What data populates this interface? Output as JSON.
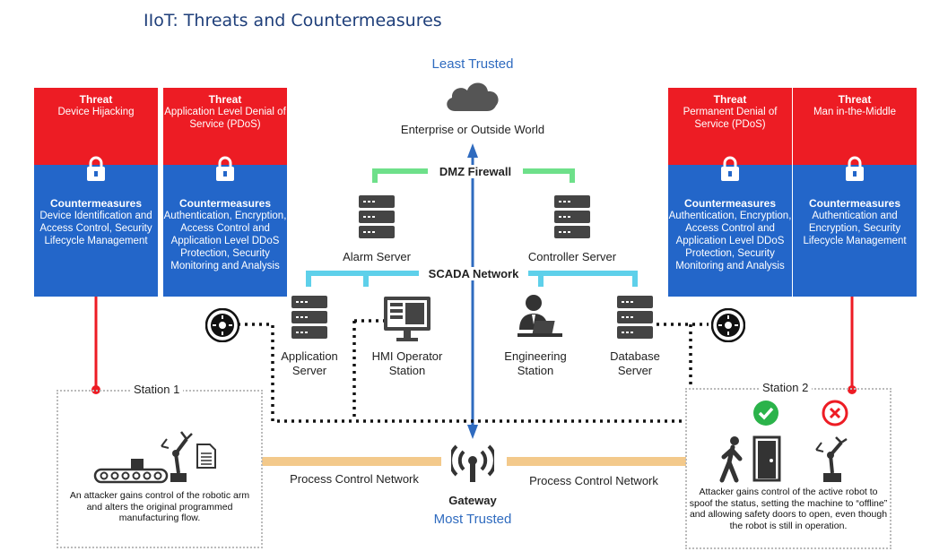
{
  "title": "IIoT: Threats and Countermeasures",
  "trust": {
    "least": "Least Trusted",
    "most": "Most Trusted"
  },
  "cloud": {
    "label": "Enterprise or Outside World"
  },
  "dmz": {
    "label": "DMZ Firewall"
  },
  "scada": {
    "label": "SCADA Network"
  },
  "servers": {
    "alarm": "Alarm Server",
    "controller": "Controller Server",
    "application": "Application Server",
    "hmi": "HMI Operator Station",
    "engineering": "Engineering Station",
    "database": "Database Server"
  },
  "network": {
    "process_left": "Process Control Network",
    "process_right": "Process Control Network",
    "gateway": "Gateway"
  },
  "cards": [
    {
      "threat_title": "Threat",
      "threat": "Device Hijacking",
      "cm_title": "Countermeasures",
      "cm": "Device Identification and Access Control, Security Lifecycle Management"
    },
    {
      "threat_title": "Threat",
      "threat": "Application Level Denial of Service (PDoS)",
      "cm_title": "Countermeasures",
      "cm": "Authentication, Encryption, Access Control and Application Level DDoS Protection, Security Monitoring and Analysis"
    },
    {
      "threat_title": "Threat",
      "threat": "Permanent Denial of Service (PDoS)",
      "cm_title": "Countermeasures",
      "cm": "Authentication, Encryption, Access Control and Application Level DDoS Protection, Security Monitoring and Analysis"
    },
    {
      "threat_title": "Threat",
      "threat": "Man in-the-Middle",
      "cm_title": "Countermeasures",
      "cm": "Authentication and Encryption, Security Lifecycle Management"
    }
  ],
  "stations": [
    {
      "title": "Station 1",
      "note": "An attacker gains control of the robotic arm and alters the original programmed manufacturing flow."
    },
    {
      "title": "Station 2",
      "note": "Attacker gains control of the active robot to spoof the status, setting the machine to “offline” and allowing safety doors to open, even though the robot is still in operation."
    }
  ],
  "colors": {
    "threat_red": "#ed1c24",
    "countermeasure_blue": "#2366c9",
    "dmz_green": "#6ee08a",
    "scada_cyan": "#5ed0ea",
    "process_orange": "#f3c98b",
    "trust_blue": "#2f6bbf",
    "check_green": "#2bb34a"
  },
  "icons": [
    "lock-icon",
    "cloud-icon",
    "server-icon",
    "monitor-icon",
    "engineer-icon",
    "gear-icon",
    "wifi-gateway-icon",
    "conveyor-icon",
    "robot-arm-icon",
    "document-icon",
    "walking-person-icon",
    "door-icon",
    "check-icon",
    "cross-icon"
  ]
}
